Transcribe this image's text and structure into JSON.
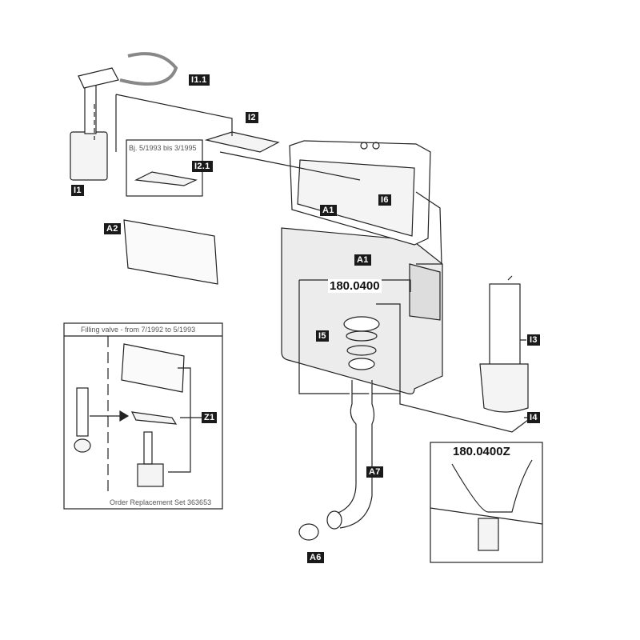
{
  "labels": {
    "i1_1": "I1.1",
    "i2": "I2",
    "i2_1": "I2.1",
    "i1": "I1",
    "a2": "A2",
    "a1_top": "A1",
    "i6": "I6",
    "a1_bottom": "A1",
    "i5": "I5",
    "i3": "I3",
    "i4": "I4",
    "z1": "Z1",
    "a7": "A7",
    "a6": "A6"
  },
  "part_numbers": {
    "main": "180.0400",
    "detail": "180.0400Z"
  },
  "notes": {
    "bj_range": "Bj. 5/1993 bis 3/1995",
    "filling_valve": "Filling valve - from 7/1992 to 5/1993",
    "order_set": "Order Replacement Set 363653"
  }
}
